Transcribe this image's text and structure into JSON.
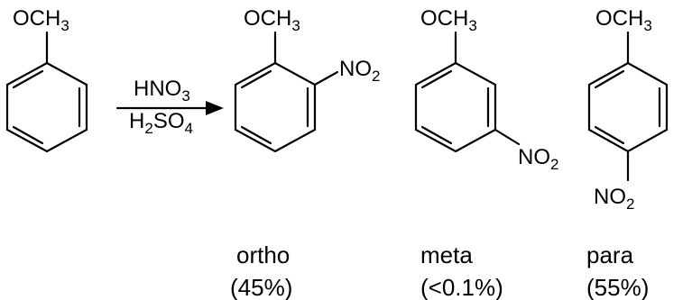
{
  "molecules": {
    "anisole": {
      "substituent": "OCH3"
    },
    "ortho": {
      "substituent_top": "OCH3",
      "substituent_side": "NO2",
      "name": "ortho",
      "yield": "(45%)"
    },
    "meta": {
      "substituent_top": "OCH3",
      "substituent_side": "NO2",
      "name": "meta",
      "yield": "(<0.1%)"
    },
    "para": {
      "substituent_top": "OCH3",
      "substituent_bottom": "NO2",
      "name": "para",
      "yield": "(55%)"
    }
  },
  "reagents": {
    "above": "HNO3",
    "below": "H2SO4"
  },
  "colors": {
    "ink": "#000000",
    "background": "#ffffff"
  }
}
